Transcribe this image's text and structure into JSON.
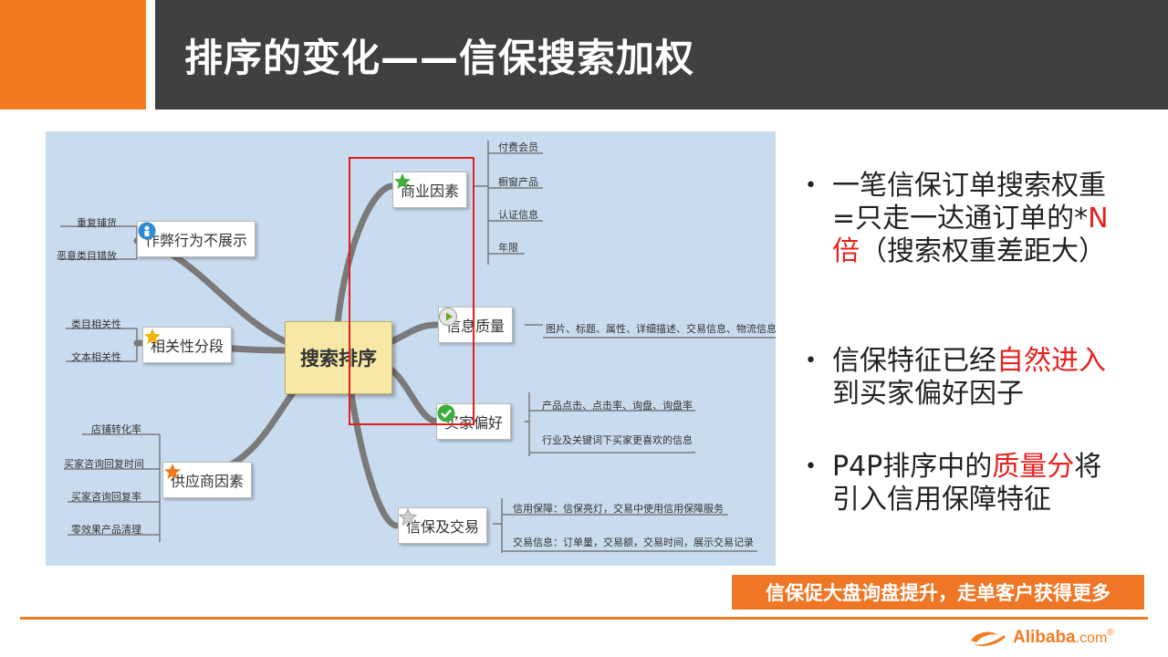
{
  "slide": {
    "title": "排序的变化——信保搜索加权"
  },
  "mindmap": {
    "center": "搜索排序",
    "branches": {
      "commerce": {
        "label": "商业因素",
        "icon": "green-star-icon",
        "leaves": [
          "付费会员",
          "橱窗产品",
          "认证信息",
          "年限"
        ]
      },
      "cheat": {
        "label": "作弊行为不展示",
        "icon": "people-icon",
        "leaves": [
          "重复铺货",
          "恶意类目错放"
        ]
      },
      "relevance": {
        "label": "相关性分段",
        "icon": "yellow-star-icon",
        "leaves": [
          "类目相关性",
          "文本相关性"
        ]
      },
      "supplier": {
        "label": "供应商因素",
        "icon": "orange-star-icon",
        "leaves": [
          "店铺转化率",
          "买家咨询回复时间",
          "买家咨询回复率",
          "零效果产品清理"
        ]
      },
      "quality": {
        "label": "信息质量",
        "icon": "play-icon",
        "leaves": [
          "图片、标题、属性、详细描述、交易信息、物流信息"
        ]
      },
      "preference": {
        "label": "买家偏好",
        "icon": "check-icon",
        "leaves": [
          "产品点击、点击率、询盘、询盘率",
          "行业及关键词下买家更喜欢的信息"
        ]
      },
      "trade": {
        "label": "信保及交易",
        "icon": "gray-star-icon",
        "leaves": [
          "信用保障：信保亮灯，交易中使用信用保障服务",
          "交易信息：订单量，交易额，交易时间，展示交易记录"
        ]
      }
    }
  },
  "bullets": {
    "b1": {
      "l1": "一笔信保订单搜索权重",
      "l2a": "=只走一达通订单的*",
      "l2b": "N",
      "l3a": "倍",
      "l3b": "（搜索权重差距大）"
    },
    "b2": {
      "l1a": "信保特征已经",
      "l1b": "自然进入",
      "l2": "到买家偏好因子"
    },
    "b3": {
      "l1a": "P4P排序中的",
      "l1b": "质量分",
      "l1c": "将",
      "l2": "引入信用保障特征"
    },
    "marker": "•"
  },
  "callout": "信保促大盘询盘提升，走单客户获得更多",
  "logo": {
    "name": "Alibaba",
    "suffix": ".com",
    "reg": "®"
  },
  "colors": {
    "accent": "#f47a20",
    "title_bar": "#404040",
    "highlight": "#e8201e"
  }
}
